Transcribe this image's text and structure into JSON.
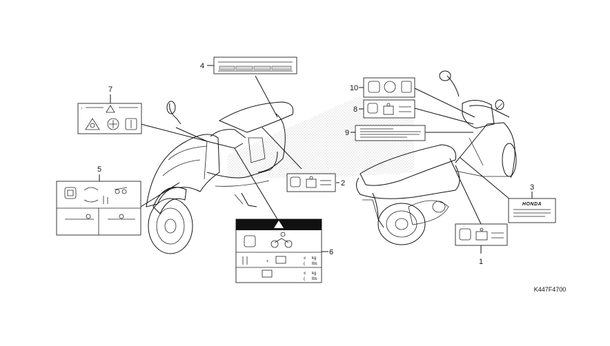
{
  "diagram": {
    "callouts": [
      "1",
      "2",
      "3",
      "4",
      "5",
      "6",
      "7",
      "8",
      "9",
      "10"
    ],
    "label3_brand": "HONDA",
    "label6_units": [
      "kg",
      "lbs",
      "kg",
      "lbs"
    ],
    "part_code": "K447F4700"
  }
}
